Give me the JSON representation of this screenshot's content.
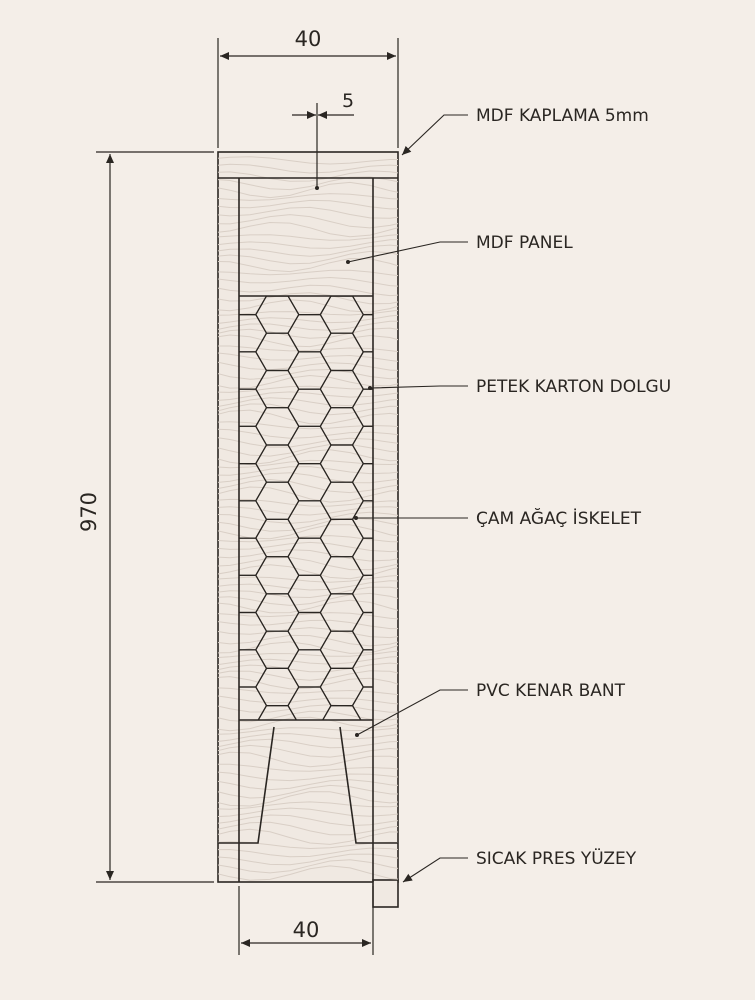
{
  "dimensions": {
    "top_width": "40",
    "overlay_thickness": "5",
    "height": "970",
    "bottom_width": "40"
  },
  "labels": [
    "MDF KAPLAMA 5mm",
    "MDF PANEL",
    "PETEK KARTON DOLGU",
    "ÇAM AĞAÇ İSKELET",
    "PVC KENAR BANT",
    "SICAK PRES YÜZEY"
  ],
  "colors": {
    "background": "#f4eee8",
    "panel": "#f0e9e2",
    "ink": "#2a2622",
    "grain": "#d9cfc6"
  }
}
